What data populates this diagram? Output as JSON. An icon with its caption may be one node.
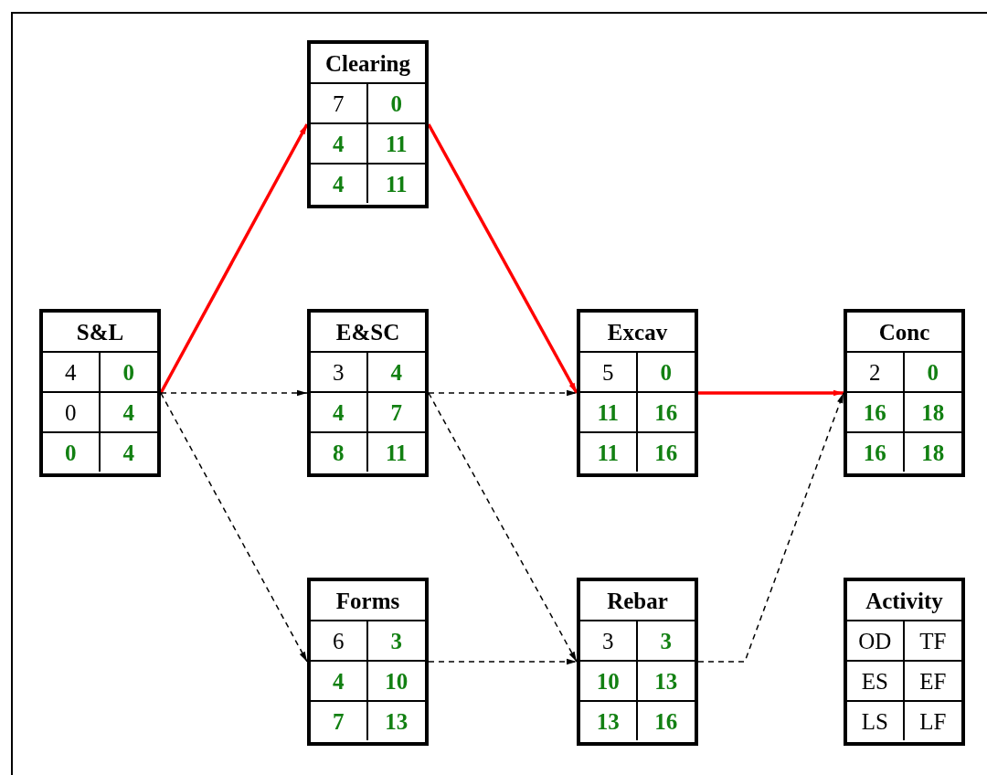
{
  "diagram": {
    "nodes": [
      {
        "text": [
          "S&L",
          "4",
          "0",
          "0",
          "4",
          "0",
          "4"
        ]
      },
      {
        "text": [
          "Clearing",
          "7",
          "0",
          "4",
          "11",
          "4",
          "11"
        ]
      },
      {
        "text": [
          "E&SC",
          "3",
          "4",
          "4",
          "7",
          "8",
          "11"
        ]
      },
      {
        "text": [
          "Excav",
          "5",
          "0",
          "11",
          "16",
          "11",
          "16"
        ]
      },
      {
        "text": [
          "Conc",
          "2",
          "0",
          "16",
          "18",
          "16",
          "18"
        ]
      },
      {
        "text": [
          "Forms",
          "6",
          "3",
          "4",
          "10",
          "7",
          "13"
        ]
      },
      {
        "text": [
          "Rebar",
          "3",
          "3",
          "10",
          "13",
          "13",
          "16"
        ]
      },
      {
        "text": [
          "Activity",
          "OD",
          "TF",
          "ES",
          "EF",
          "LS",
          "LF"
        ]
      }
    ],
    "edges": [
      {
        "from": 0,
        "to": 1,
        "arrow": "to",
        "style": "thick",
        "color": "#ff0000"
      },
      {
        "from": 0,
        "to": 2,
        "arrow": "to",
        "style": "dashed"
      },
      {
        "from": 0,
        "to": 5,
        "arrow": "to",
        "style": "dashed"
      },
      {
        "from": 1,
        "to": 3,
        "arrow": "to",
        "style": "thick",
        "color": "#ff0000"
      },
      {
        "from": 2,
        "to": 3,
        "arrow": "to",
        "style": "dashed"
      },
      {
        "from": 2,
        "to": 6,
        "arrow": "to",
        "style": "dashed"
      },
      {
        "from": 5,
        "to": 6,
        "arrow": "to",
        "style": "dashed"
      },
      {
        "from": 3,
        "to": 4,
        "arrow": "to",
        "style": "thick",
        "color": "#ff0000"
      },
      {
        "from": 6,
        "to": 4,
        "arrow": "to",
        "style": "dashed"
      }
    ]
  }
}
